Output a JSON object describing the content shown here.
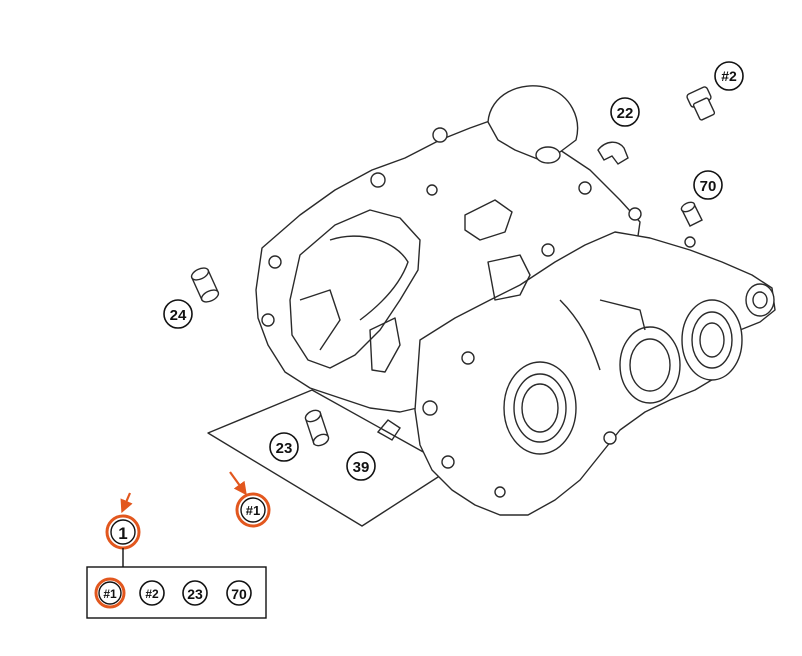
{
  "colors": {
    "line": "#2a2a2a",
    "part_fill": "#ffffff",
    "highlight": "#e2571e"
  },
  "callouts": {
    "part_2": "#2",
    "part_22": "22",
    "part_70": "70",
    "part_24": "24",
    "part_23": "23",
    "part_39": "39",
    "part_1_ref": "#1",
    "part_1": "1"
  },
  "legend": {
    "items": [
      "#1",
      "#2",
      "23",
      "70"
    ]
  },
  "icons": {
    "pointer": "arrow-down-right-icon"
  }
}
